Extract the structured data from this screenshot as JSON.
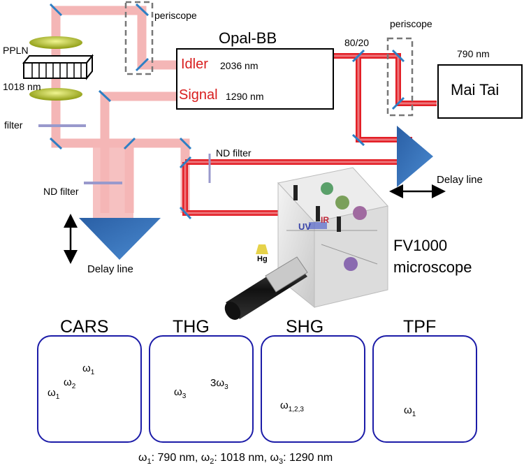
{
  "labels": {
    "periscope_left": "periscope",
    "periscope_right": "periscope",
    "opal": "Opal-BB",
    "idler": "Idler",
    "idler_wl": "2036 nm",
    "signal": "Signal",
    "signal_wl": "1290 nm",
    "ratio": "80/20",
    "maitai_wl": "790 nm",
    "maitai": "Mai Tai",
    "ppln": "PPLN",
    "ppln_wl": "1018 nm",
    "filter": "filter",
    "nd_filter_top": "ND filter",
    "nd_filter_left": "ND filter",
    "delay_line_right": "Delay line",
    "delay_line_left": "Delay line",
    "fv_line1": "FV1000",
    "fv_line2": "microscope",
    "ir": "IR",
    "uv": "UV",
    "hg": "Hg"
  },
  "panels": {
    "cars": {
      "title": "CARS",
      "w1": "ω",
      "w1s": "1",
      "w2": "ω",
      "w2s": "2",
      "w1b": "ω",
      "w1bs": "1"
    },
    "thg": {
      "title": "THG",
      "w3": "ω",
      "w3s": "3",
      "w3x": "3ω",
      "w3xs": "3"
    },
    "shg": {
      "title": "SHG",
      "w": "ω",
      "ws": "1,2,3"
    },
    "tpf": {
      "title": "TPF",
      "w1": "ω",
      "w1s": "1"
    }
  },
  "caption": {
    "w1": "ω",
    "w1s": "1",
    "t1": ": 790 nm, ",
    "w2": "ω",
    "w2s": "2",
    "t2": ": 1018 nm, ",
    "w3": "ω",
    "w3s": "3",
    "t3": ": 1290 nm"
  },
  "colors": {
    "beam_pink": "#f4b6b6",
    "beam_red": "#e31f26",
    "mirror": "#2e7fc4",
    "prism": "#2f6db5",
    "panel_border": "#1c1ca8",
    "arrow_orange": "#f5a623",
    "arrow_red": "#d81e1e",
    "arrow_darkred": "#9b1020",
    "arrow_blue": "#3a35b5"
  }
}
